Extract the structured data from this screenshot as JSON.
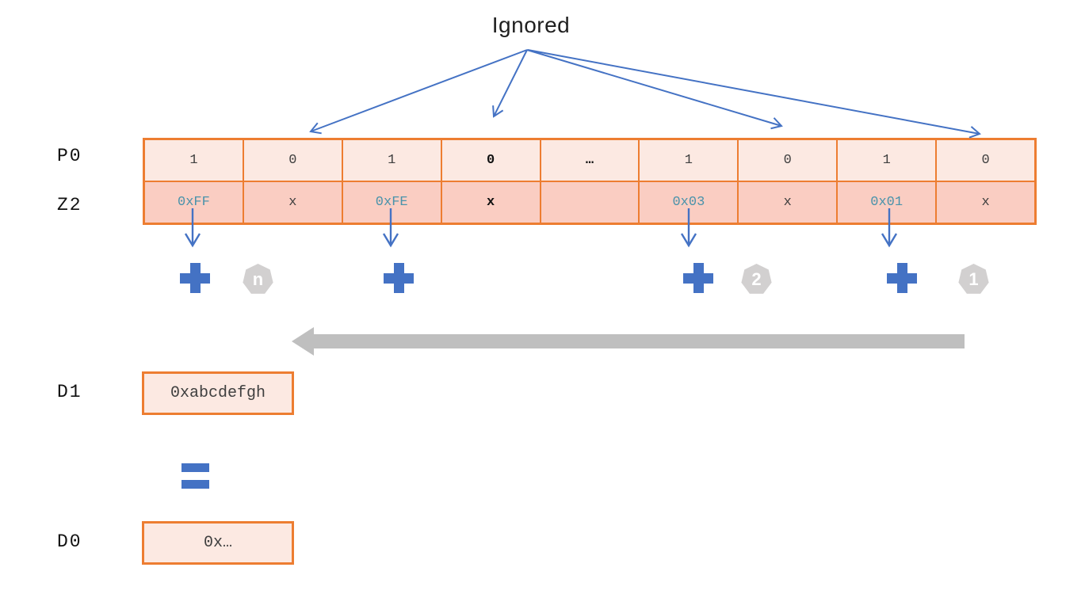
{
  "diagram": {
    "ignored_label": "Ignored",
    "row_p0": {
      "label": "P0",
      "cells": [
        {
          "text": "1"
        },
        {
          "text": "0"
        },
        {
          "text": "1"
        },
        {
          "text": "0",
          "bold": true
        },
        {
          "text": "…",
          "bold": true
        },
        {
          "text": "1"
        },
        {
          "text": "0"
        },
        {
          "text": "1"
        },
        {
          "text": "0"
        }
      ]
    },
    "row_z2": {
      "label": "Z2",
      "cells": [
        {
          "text": "0xFF",
          "hex": true
        },
        {
          "text": "x"
        },
        {
          "text": "0xFE",
          "hex": true
        },
        {
          "text": "x",
          "bold": true
        },
        {
          "text": ""
        },
        {
          "text": "0x03",
          "hex": true
        },
        {
          "text": "x"
        },
        {
          "text": "0x01",
          "hex": true
        },
        {
          "text": "x"
        }
      ]
    },
    "badges": [
      {
        "text": "n"
      },
      {
        "text": "2"
      },
      {
        "text": "1"
      }
    ],
    "equals_symbol": "=",
    "d1": {
      "label": "D1",
      "value": "0xabcdefgh"
    },
    "d0": {
      "label": "D0",
      "value": "0x…"
    },
    "colors": {
      "accent_blue": "#4472C4",
      "border_orange": "#ED7D31",
      "row1_fill": "#FCE9E2",
      "row2_fill": "#FACDC2",
      "hex_teal": "#4A93AB",
      "gray_arrow": "#BFBFBF",
      "badge_gray": "#D2D0D0"
    }
  }
}
